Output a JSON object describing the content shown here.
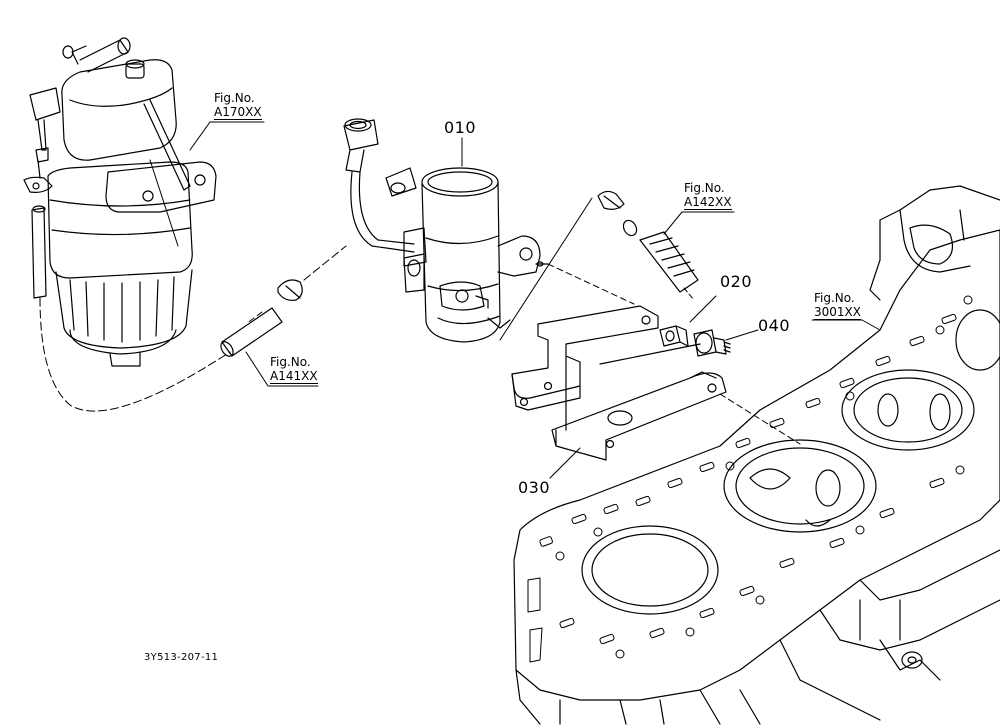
{
  "parts": [
    {
      "key": "010",
      "label": "010"
    },
    {
      "key": "020",
      "label": "020"
    },
    {
      "key": "030",
      "label": "030"
    },
    {
      "key": "040",
      "label": "040"
    }
  ],
  "figure_refs": [
    {
      "key": "a170",
      "prefix": "Fig.No.",
      "ref": "A170XX"
    },
    {
      "key": "a141",
      "prefix": "Fig.No.",
      "ref": "A141XX"
    },
    {
      "key": "a142",
      "prefix": "Fig.No.",
      "ref": "A142XX"
    },
    {
      "key": "3001",
      "prefix": "Fig.No.",
      "ref": "3001XX"
    }
  ],
  "drawing_code": "3Y513-207-11",
  "colors": {
    "line": "#000000",
    "background": "#ffffff"
  }
}
